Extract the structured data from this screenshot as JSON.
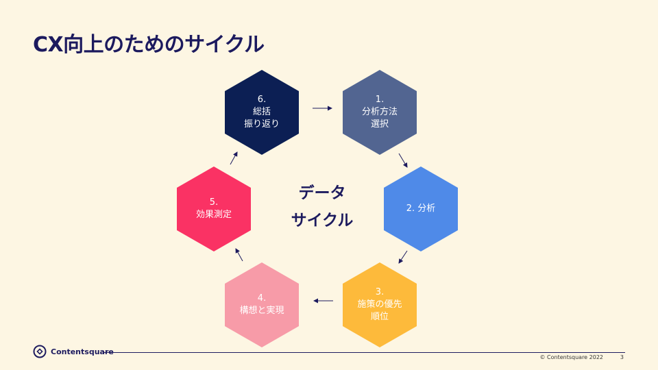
{
  "title": "CX向上のためのサイクル",
  "center": {
    "line1": "データ",
    "line2": "サイクル"
  },
  "steps": [
    {
      "num": "1.",
      "line1": "分析方法",
      "line2": "選択",
      "color": "#526591"
    },
    {
      "num": "",
      "line1": "2. 分析",
      "line2": "",
      "color": "#4f8ae8"
    },
    {
      "num": "3.",
      "line1": "施策の優先",
      "line2": "順位",
      "color": "#fdba3b"
    },
    {
      "num": "4.",
      "line1": "構想と実現",
      "line2": "",
      "color": "#f79ba8"
    },
    {
      "num": "5.",
      "line1": "効果測定",
      "line2": "",
      "color": "#fa3264"
    },
    {
      "num": "6.",
      "line1": "総括",
      "line2": "振り返り",
      "color": "#0c1f54"
    }
  ],
  "footer": {
    "logo_text": "Contentsquare",
    "copyright": "© Contentsquare 2022",
    "page": "3"
  },
  "colors": {
    "title": "#1c1a5e",
    "background": "#fdf6e3"
  }
}
